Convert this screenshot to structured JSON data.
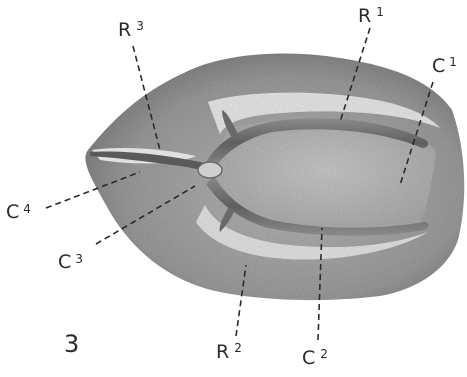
{
  "figure_number": "3",
  "labels": [
    {
      "id": "R3",
      "letter": "R",
      "sup": "3"
    },
    {
      "id": "R1",
      "letter": "R",
      "sup": "1"
    },
    {
      "id": "C1",
      "letter": "C",
      "sup": "1"
    },
    {
      "id": "C4",
      "letter": "C",
      "sup": "4"
    },
    {
      "id": "C3",
      "letter": "C",
      "sup": "3"
    },
    {
      "id": "R2",
      "letter": "R",
      "sup": "2"
    },
    {
      "id": "C2",
      "letter": "C",
      "sup": "2"
    }
  ]
}
